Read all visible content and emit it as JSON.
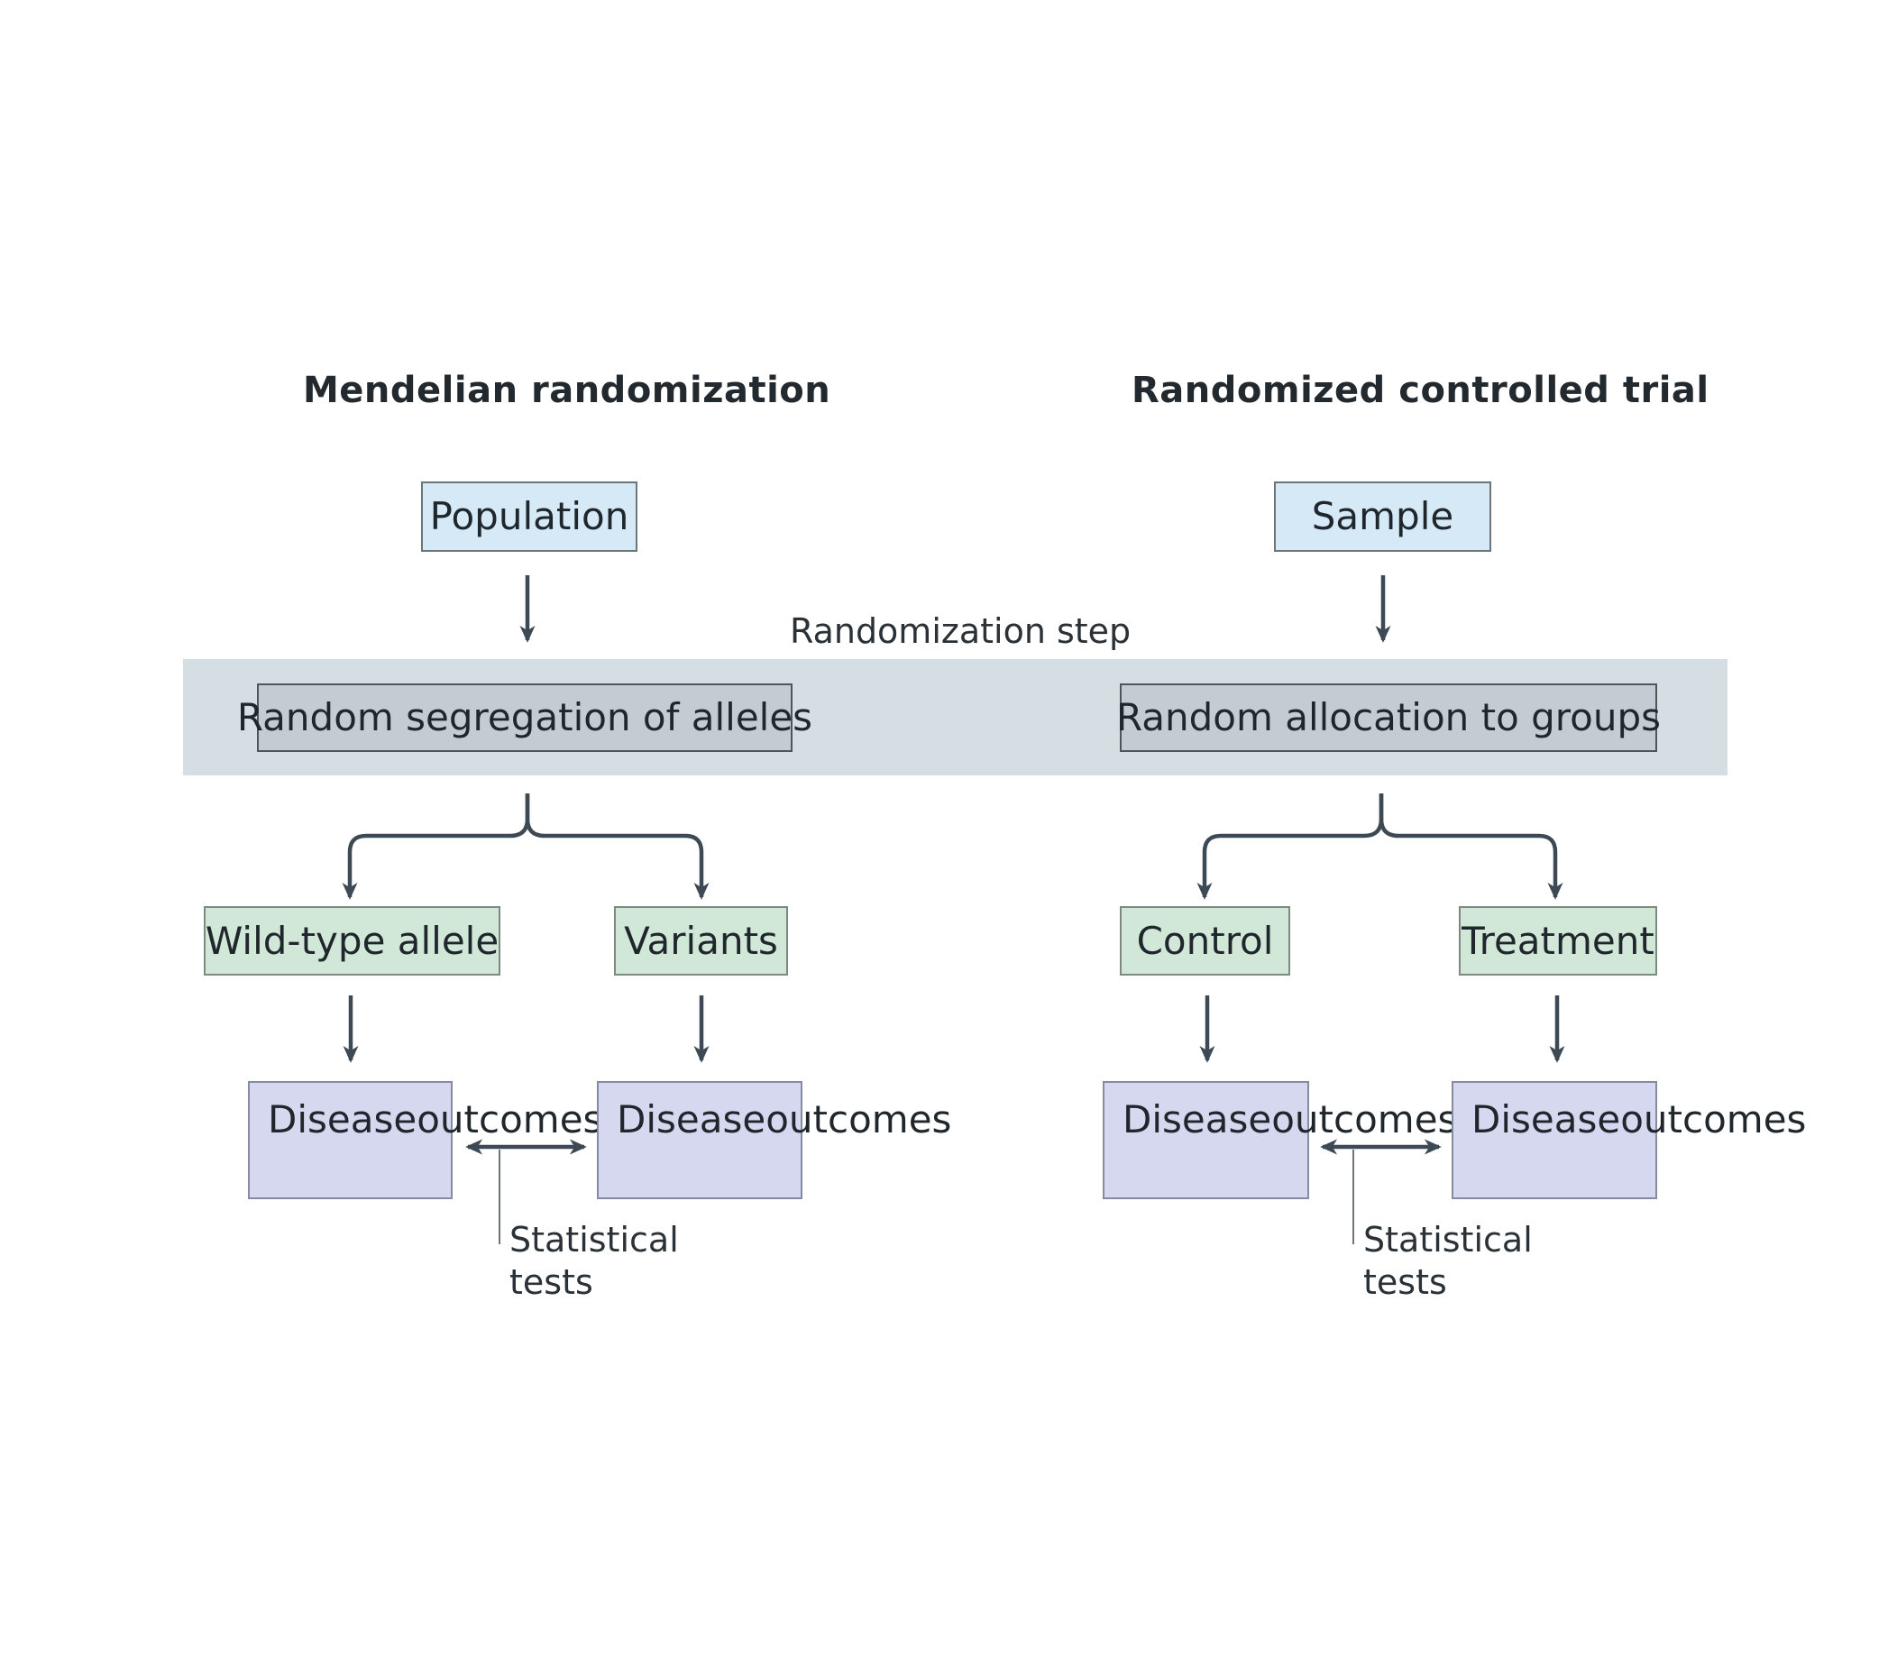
{
  "left": {
    "title": "Mendelian randomization",
    "source": "Population",
    "random_step": "Random segregation of alleles",
    "group_a": "Wild-type allele",
    "group_b": "Variants",
    "outcome_a": [
      "Disease",
      "outcomes"
    ],
    "outcome_b": [
      "Disease",
      "outcomes"
    ],
    "tests": [
      "Statistical",
      "tests"
    ]
  },
  "right": {
    "title": "Randomized controlled trial",
    "source": "Sample",
    "random_step": "Random allocation to groups",
    "group_a": "Control",
    "group_b": "Treatment",
    "outcome_a": [
      "Disease",
      "outcomes"
    ],
    "outcome_b": [
      "Disease",
      "outcomes"
    ],
    "tests": [
      "Statistical",
      "tests"
    ]
  },
  "band_label": "Randomization step",
  "colors": {
    "source_box": "#d6e9f7",
    "random_box": "#c3ccd2",
    "group_box": "#d1e7d8",
    "outcome_box": "#d6d8ef",
    "band": "#d5dee2",
    "arrow": "#3d4a55"
  }
}
